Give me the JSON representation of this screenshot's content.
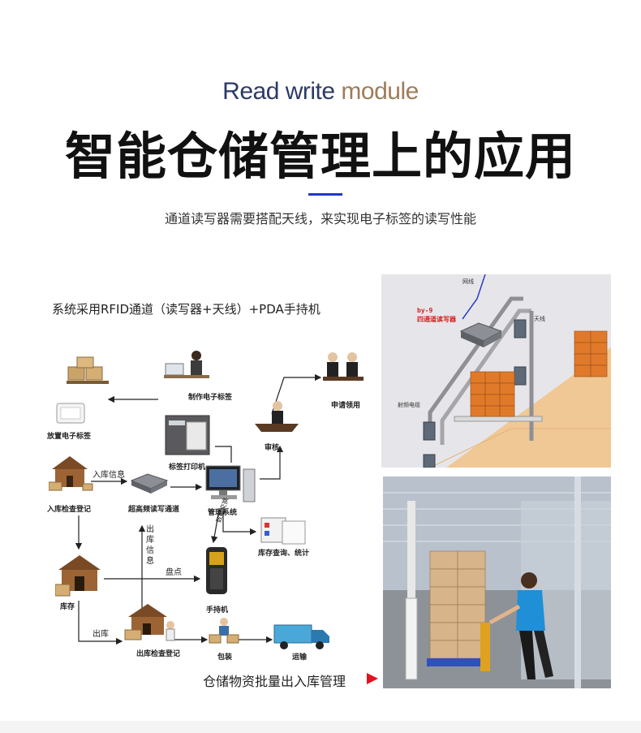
{
  "header": {
    "en_title_part1": "Read write",
    "en_title_part2": "module",
    "zh_title": "智能仓储管理上的应用",
    "subtitle": "通道读写器需要搭配天线，来实现电子标签的读写性能"
  },
  "diagram": {
    "caption": "系统采用RFID通道（读写器+天线）+PDA手持机",
    "nodes": {
      "place_tag": "放置电子标签",
      "make_tag": "制作电子标签",
      "apply": "申请领用",
      "printer": "标签打印机",
      "audit": "审核",
      "inbound_check": "入库检查登记",
      "uhf_channel": "超高频读写通道",
      "mgmt_system": "管理系统",
      "stock_query": "库存查询、统计",
      "warehouse": "库存",
      "handheld": "手持机",
      "outbound_check": "出库检查登记",
      "packing": "包装",
      "transport": "运输"
    },
    "arrow_labels": {
      "inbound_info": "入库信息",
      "outbound_info": "出库信息",
      "inventory": "盘点",
      "outbound": "出库",
      "data_exchange": "数据交换"
    }
  },
  "illustration": {
    "network_label": "网线",
    "reader_model": "by-9",
    "reader_name": "四通道读写器",
    "antenna_label": "天线",
    "rf_cable_label": "射频电缆"
  },
  "footer": {
    "caption": "仓储物资批量出入库管理"
  },
  "colors": {
    "title_dark": "#2c3a66",
    "title_brown": "#9c7d5a",
    "accent": "#2337c4",
    "arrow_red": "#e0141e",
    "box_orange": "#e07a2a"
  }
}
